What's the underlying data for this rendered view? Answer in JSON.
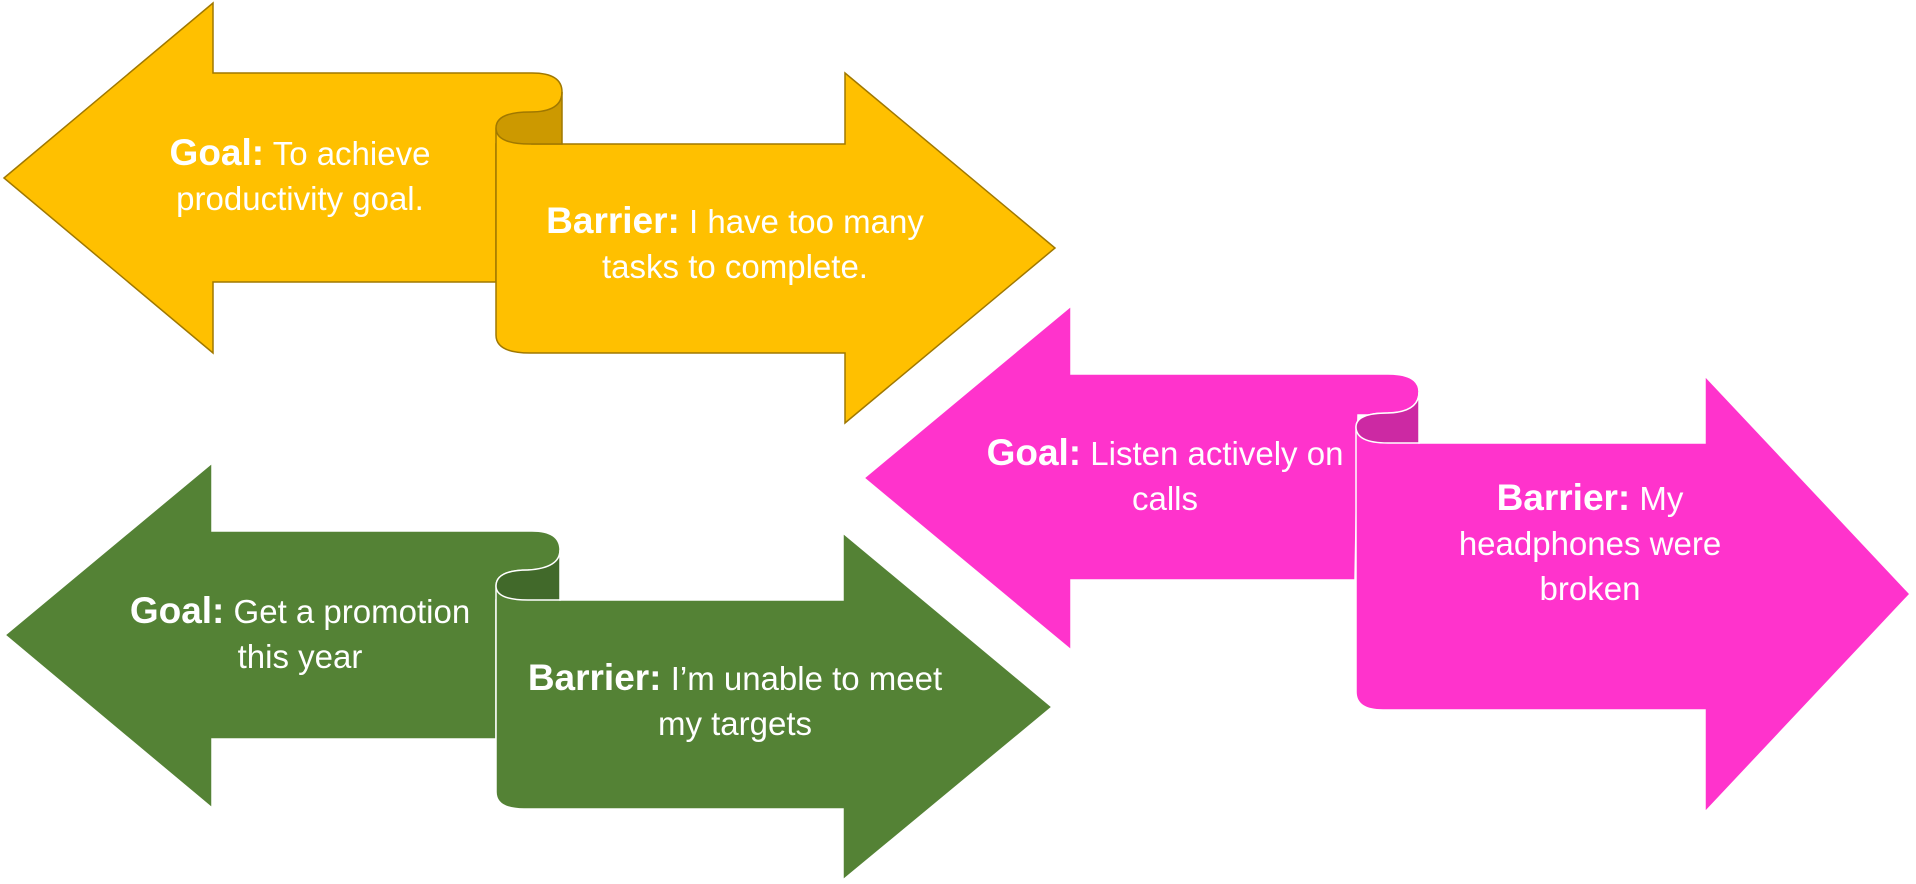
{
  "diagram": {
    "pairs": [
      {
        "id": "productivity",
        "colors": {
          "fill": "#FFC000",
          "fold": "#CC9900",
          "stroke": "#A07800"
        },
        "goal": {
          "label": "Goal:",
          "text": "To achieve productivity goal."
        },
        "barrier": {
          "label": "Barrier:",
          "text": "I have too many tasks to complete."
        }
      },
      {
        "id": "promotion",
        "colors": {
          "fill": "#548235",
          "fold": "#41692A",
          "stroke": "#ffffff"
        },
        "goal": {
          "label": "Goal:",
          "text": "Get a promotion this year"
        },
        "barrier": {
          "label": "Barrier:",
          "text": "I’m unable to meet my targets"
        }
      },
      {
        "id": "listening",
        "colors": {
          "fill": "#FF33CC",
          "fold": "#CC29A3",
          "stroke": "#ffffff"
        },
        "goal": {
          "label": "Goal:",
          "text": "Listen actively on calls"
        },
        "barrier": {
          "label": "Barrier:",
          "text": "My headphones were broken"
        }
      }
    ]
  }
}
